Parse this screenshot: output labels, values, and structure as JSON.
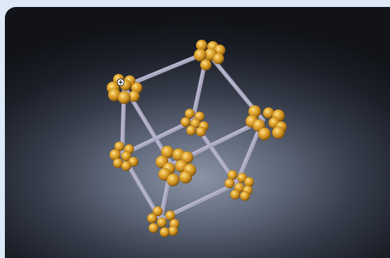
{
  "viewer": {
    "background_colors": [
      "#8b95a6",
      "#5e6779",
      "#363c4a",
      "#1b1f28",
      "#111318"
    ],
    "bond_color": "#a9a6c0",
    "atom_color": "#e2a634",
    "cursor_icon": "rotate-cursor-icon",
    "structure": "cubic-cage-of-atom-clusters",
    "cluster_count": 8,
    "edge_count": 12
  }
}
